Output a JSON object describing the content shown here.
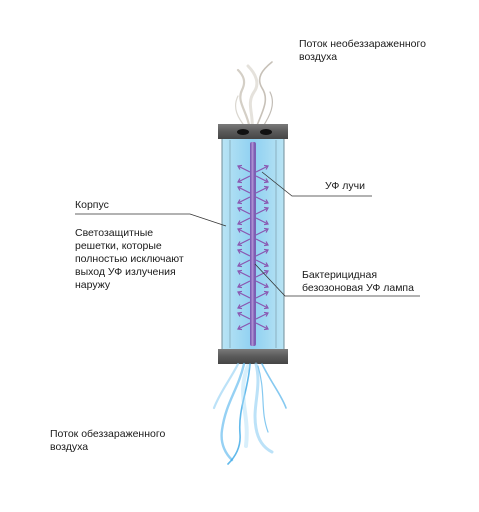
{
  "labels": {
    "inflow": "Поток необеззараженного\nвоздуха",
    "uv_rays": "УФ лучи",
    "housing": "Корпус",
    "grids": "Светозащитные\nрешетки, которые\nполностью исключают\nвыход УФ излучения\nнаружу",
    "lamp": "Бактерицидная\nбезозоновая УФ лампа",
    "outflow": "Поток обеззараженного\nвоздуха"
  },
  "colors": {
    "housing_glass": "#a9def1",
    "lamp_core": "#7ac7ef",
    "caps": "#5f5f5f",
    "rays": "#8a56b0",
    "dirty_smoke": "#b6b0a6",
    "clean_flow": "#52b2ea",
    "leader_lines": "#333333"
  },
  "icons": [
    "smoke-wisps",
    "clean-air-wisps",
    "uv-ray-arrows",
    "vent-holes"
  ]
}
